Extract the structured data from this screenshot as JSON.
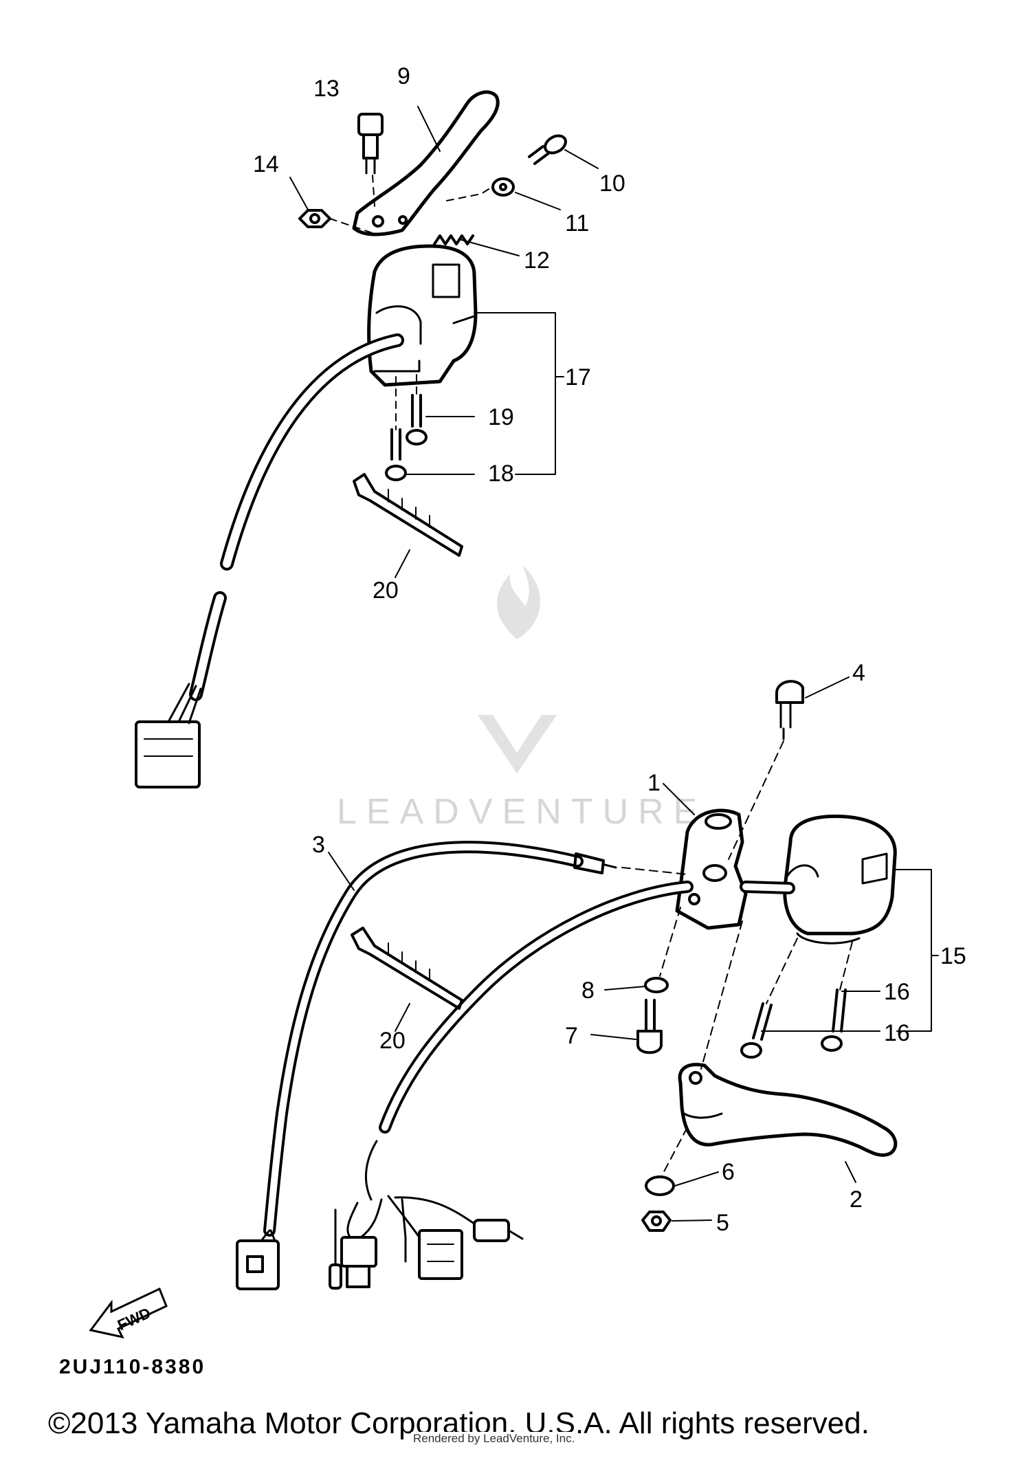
{
  "diagram": {
    "code": "2UJ110-8380",
    "fwd_label": "FWD",
    "watermark": "LEADVENTURE",
    "callouts": [
      {
        "id": "c1",
        "label": "1"
      },
      {
        "id": "c2",
        "label": "2"
      },
      {
        "id": "c3",
        "label": "3"
      },
      {
        "id": "c4",
        "label": "4"
      },
      {
        "id": "c5",
        "label": "5"
      },
      {
        "id": "c6",
        "label": "6"
      },
      {
        "id": "c7",
        "label": "7"
      },
      {
        "id": "c8",
        "label": "8"
      },
      {
        "id": "c9",
        "label": "9"
      },
      {
        "id": "c10",
        "label": "10"
      },
      {
        "id": "c11",
        "label": "11"
      },
      {
        "id": "c12",
        "label": "12"
      },
      {
        "id": "c13",
        "label": "13"
      },
      {
        "id": "c14",
        "label": "14"
      },
      {
        "id": "c15",
        "label": "15"
      },
      {
        "id": "c16a",
        "label": "16"
      },
      {
        "id": "c16b",
        "label": "16"
      },
      {
        "id": "c17",
        "label": "17"
      },
      {
        "id": "c18",
        "label": "18"
      },
      {
        "id": "c19",
        "label": "19"
      },
      {
        "id": "c20a",
        "label": "20"
      },
      {
        "id": "c20b",
        "label": "20"
      }
    ]
  },
  "footer": {
    "copyright": "©2013 Yamaha Motor Corporation, U.S.A. All rights reserved.",
    "rendered_by": "Rendered by LeadVenture, Inc."
  }
}
